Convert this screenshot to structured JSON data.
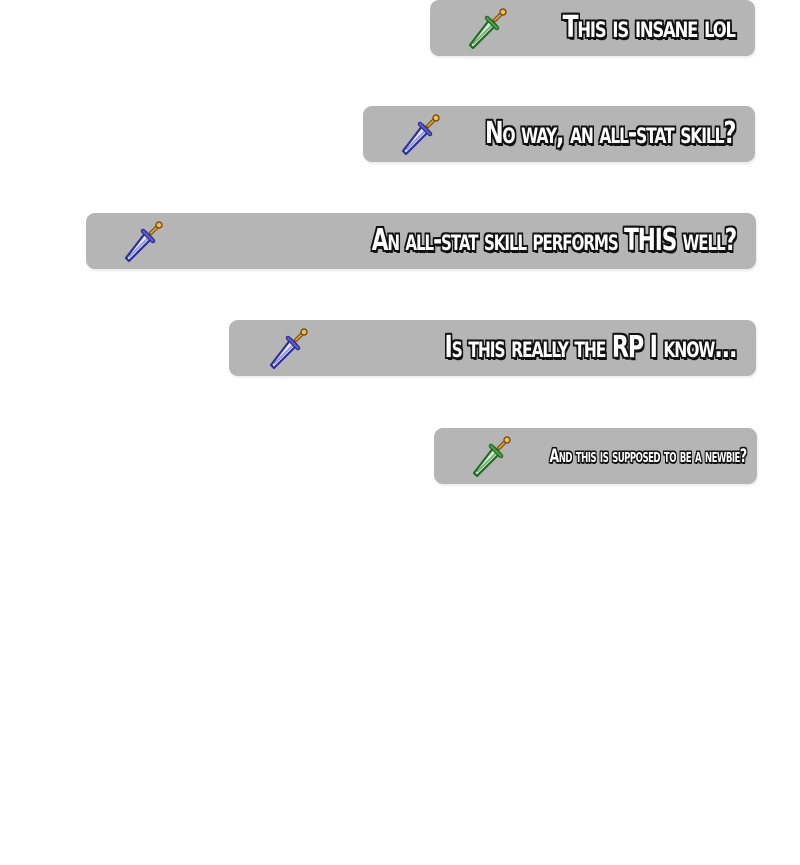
{
  "messages": [
    {
      "text": "This is insane lol",
      "icon": "sword-icon",
      "icon_color": "#2e8b2e"
    },
    {
      "text": "No way, an all-stat skill?",
      "icon": "sword-icon",
      "icon_color": "#3b3fb5"
    },
    {
      "text": "An all-stat skill performs THIS well?",
      "icon": "sword-icon",
      "icon_color": "#3b3fb5"
    },
    {
      "text": "Is this really the RP I know...",
      "icon": "sword-icon",
      "icon_color": "#3b3fb5"
    },
    {
      "text": "And this is supposed to be a newbie?",
      "icon": "sword-icon",
      "icon_color": "#2e8b2e"
    }
  ],
  "colors": {
    "bubble": "#b5b5b5",
    "text": "#ffffff",
    "outline": "#111111",
    "background": "#ffffff"
  }
}
